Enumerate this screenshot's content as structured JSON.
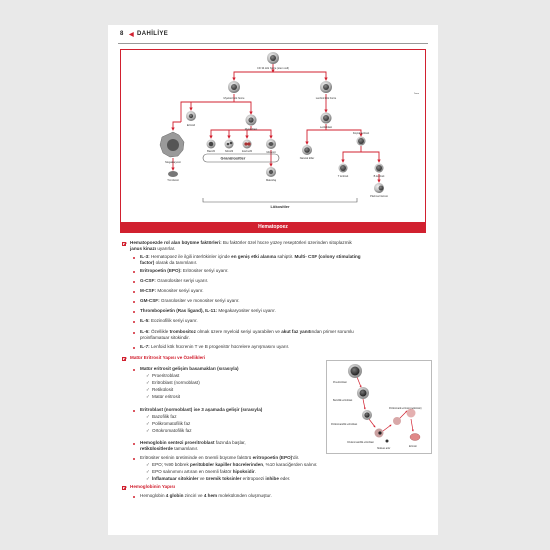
{
  "header": {
    "page_number": "8",
    "arrow": "◀",
    "section_title": "DAHİLİYE"
  },
  "figure1": {
    "caption": "Hematopoez",
    "labels": {
      "stem": "CD 34 kök hücre (stem cell)",
      "myeloid": "Myeloid kök hücre",
      "lymphoid": "Lenfoid kök hücre",
      "erythroid": "Eritroid",
      "myeloblast": "Myeloblast",
      "megakaryocyte": "Megakaryosit",
      "thrombocyte": "Trombosit",
      "basophil": "Bazofil",
      "neutrophil": "Nötrofil",
      "eosinophil": "Eozinofil",
      "monocyte": "Monosit",
      "macrophage": "Makrofaj",
      "granulocytes": "Granülositler",
      "leukocytes": "Lökositler",
      "lymphoblast": "Lenfoblast",
      "nk": "Natural killer",
      "small_lymph": "Küçük lenfosit",
      "t_cell": "T lenfosit",
      "b_cell": "B lenfosit",
      "plasma": "Plazma hücresi",
      "credit": "Yazar"
    }
  },
  "section1": {
    "intro_bold": "Hematopoezde rol alan büyüme faktörleri:",
    "intro_rest": " Bu faktörler özel hücre yüzey reseptörleri üzerinden sitoplazmik",
    "intro_line2_bold": "janus kinazı",
    "intro_line2_rest": " uyarırlar.",
    "items": [
      {
        "bold": "IL-3:",
        "text": " Hematopoez ile ilgili interlökinler içinde ",
        "bold2": "en geniş etki alanına",
        "text2": " sahiptir. ",
        "bold3": "Multi- CSF (colony stimulating"
      },
      {
        "bold": "factor)",
        "text": " olarak da tanımlanır."
      },
      {
        "bold": "Eritropoetin (EPO):",
        "text": " Eritrositer seriyi uyarır."
      },
      {
        "bold": "G-CSF:",
        "text": " Granülositer seriyi uyarır."
      },
      {
        "bold": "M-CSF:",
        "text": " Monositer seriyi uyarır."
      },
      {
        "bold": "GM-CSF:",
        "text": " Granülositer ve monositer seriyi uyarır."
      },
      {
        "bold": "Thrombopoietin (Ras ligand), IL-11:",
        "text": " Megakaryositer seriyi uyarır."
      },
      {
        "bold": "IL-5:",
        "text": " Eozinofilik seriyi uyarır."
      },
      {
        "bold": "IL-6:",
        "text": " Özellikle ",
        "bold2": "trombositoz",
        "text2": " olmak üzere myeloid seriyi uyarabilen ve ",
        "bold3": "akut faz yanıtı",
        "text3": "ndan primer sorumlu"
      },
      {
        "bold": "",
        "text": "proinflamatuar sitokindir."
      },
      {
        "bold": "IL-7:",
        "text": " Lenfoid kök hücrenin T ve B progenitör hücrelere ayrışmasını uyarır."
      }
    ]
  },
  "section2": {
    "title": "Matür Eritrosit Yapısı ve Özellikleri",
    "stages_title": "Matür eritrosit gelişim basamakları (sırasıyla)",
    "stages": [
      "Proeritroblast",
      "Eritroblast (normoblast)",
      "Retikülosit",
      "Matür eritrosit"
    ],
    "eb_title": "Eritroblast (normoblast) ise 3 aşamada gelişir (sırasıyla)",
    "eb_stages": [
      "Bazofilik faz",
      "Polikromatofilik faz",
      "Ortokromatofilik faz"
    ],
    "hb_p1": "Hemoglobin sentezi ",
    "hb_b1": "proeritroblast",
    "hb_p2": " fazında başlar,",
    "hb_b2": "retikülositlerde",
    "hb_p3": " tamamlanır.",
    "epo_p1": "Eritrositer serinin üretiminde en önemli büyüme faktörü ",
    "epo_b1": "eritropoetin (EPO)",
    "epo_p2": "'dir.",
    "epo_items": [
      {
        "text": "EPO; %90 böbrek ",
        "bold": "peritübüler kapiller hücrelerinden",
        "text2": ", %10 karaciğerden salınır."
      },
      {
        "text": "EPO salınımını artıran en önemli faktör ",
        "bold": "hipoksidir",
        "text2": "."
      },
      {
        "bold": "İnflamatuar sitokinler",
        "text": " ve ",
        "bold2": "üremik toksinler",
        "text2": " eritropoezi ",
        "bold3": "inhibe",
        "text3": " eder."
      }
    ],
    "figure_labels": [
      "Proeritroblast",
      "Bazofilik eritroblast",
      "Polikromatofilik eritroblast",
      "Ortokromatofilik eritroblast",
      "Polikromatik eritrosit (retikülosit)",
      "Nükleus atılır",
      "Eritrosit"
    ]
  },
  "section3": {
    "title": "Hemoglobinin Yapısı",
    "item_p1": "Hemoglobin ",
    "item_b1": "4 globin",
    "item_p2": " zinciri ve ",
    "item_b2": "4 hem",
    "item_p3": " molekülünden oluşmuştur."
  },
  "colors": {
    "accent": "#d1202f"
  }
}
